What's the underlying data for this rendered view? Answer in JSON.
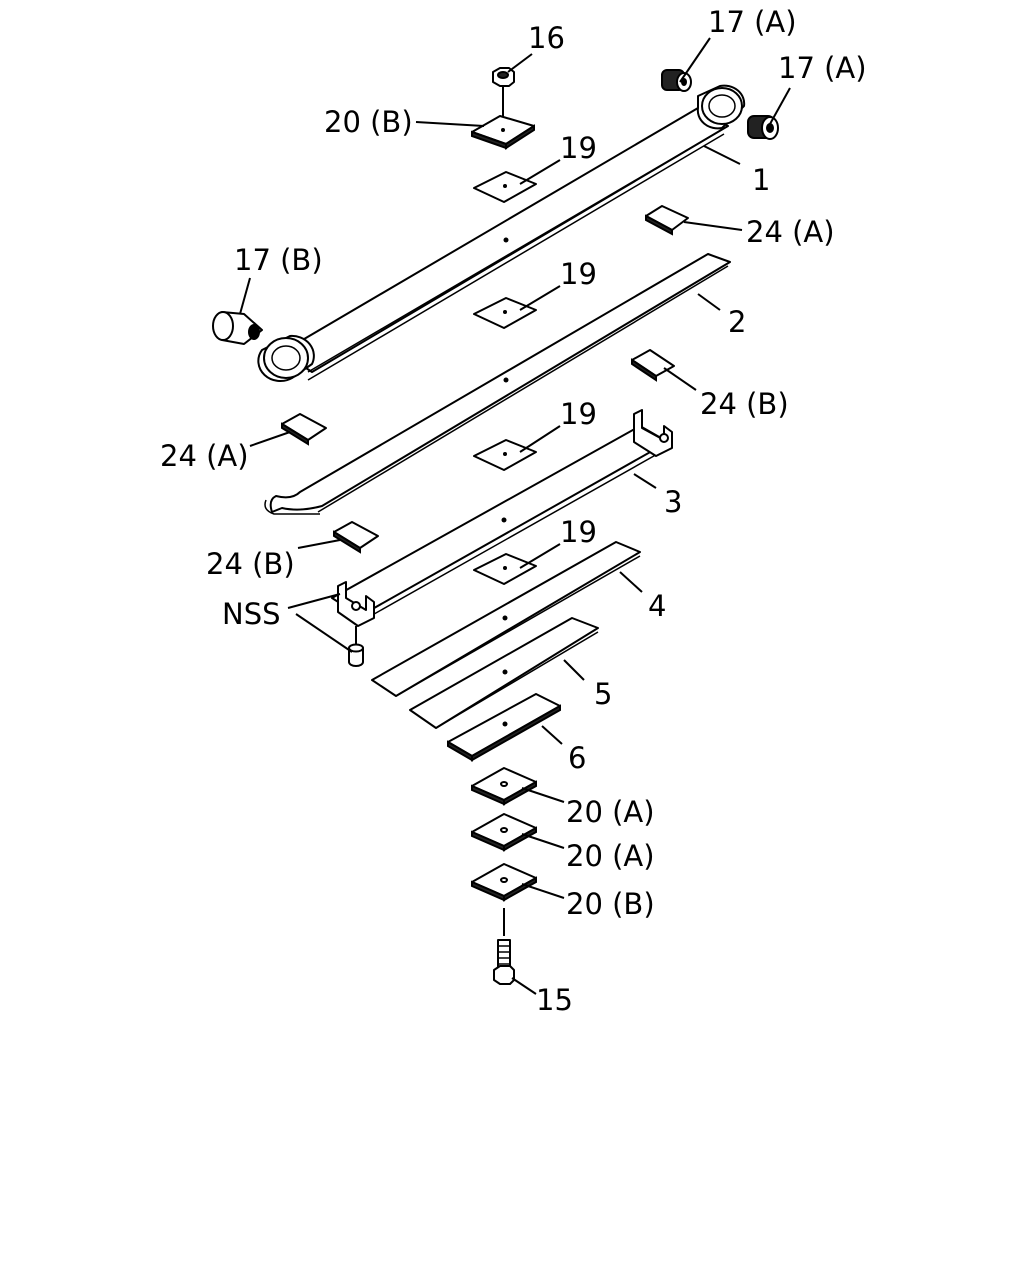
{
  "labels": {
    "l16": "16",
    "l17a_top": "17 (A)",
    "l17a_right": "17 (A)",
    "l20b_top": "20 (B)",
    "l19_1": "19",
    "l1": "1",
    "l24a_right": "24 (A)",
    "l17b": "17 (B)",
    "l19_2": "19",
    "l2": "2",
    "l24b_right": "24 (B)",
    "l24a_left": "24 (A)",
    "l19_3": "19",
    "l3": "3",
    "l24b_left": "24 (B)",
    "l19_4": "19",
    "lnss": "NSS",
    "l4": "4",
    "l5": "5",
    "l6": "6",
    "l20a_1": "20 (A)",
    "l20a_2": "20 (A)",
    "l20b_bottom": "20 (B)",
    "l15": "15"
  }
}
